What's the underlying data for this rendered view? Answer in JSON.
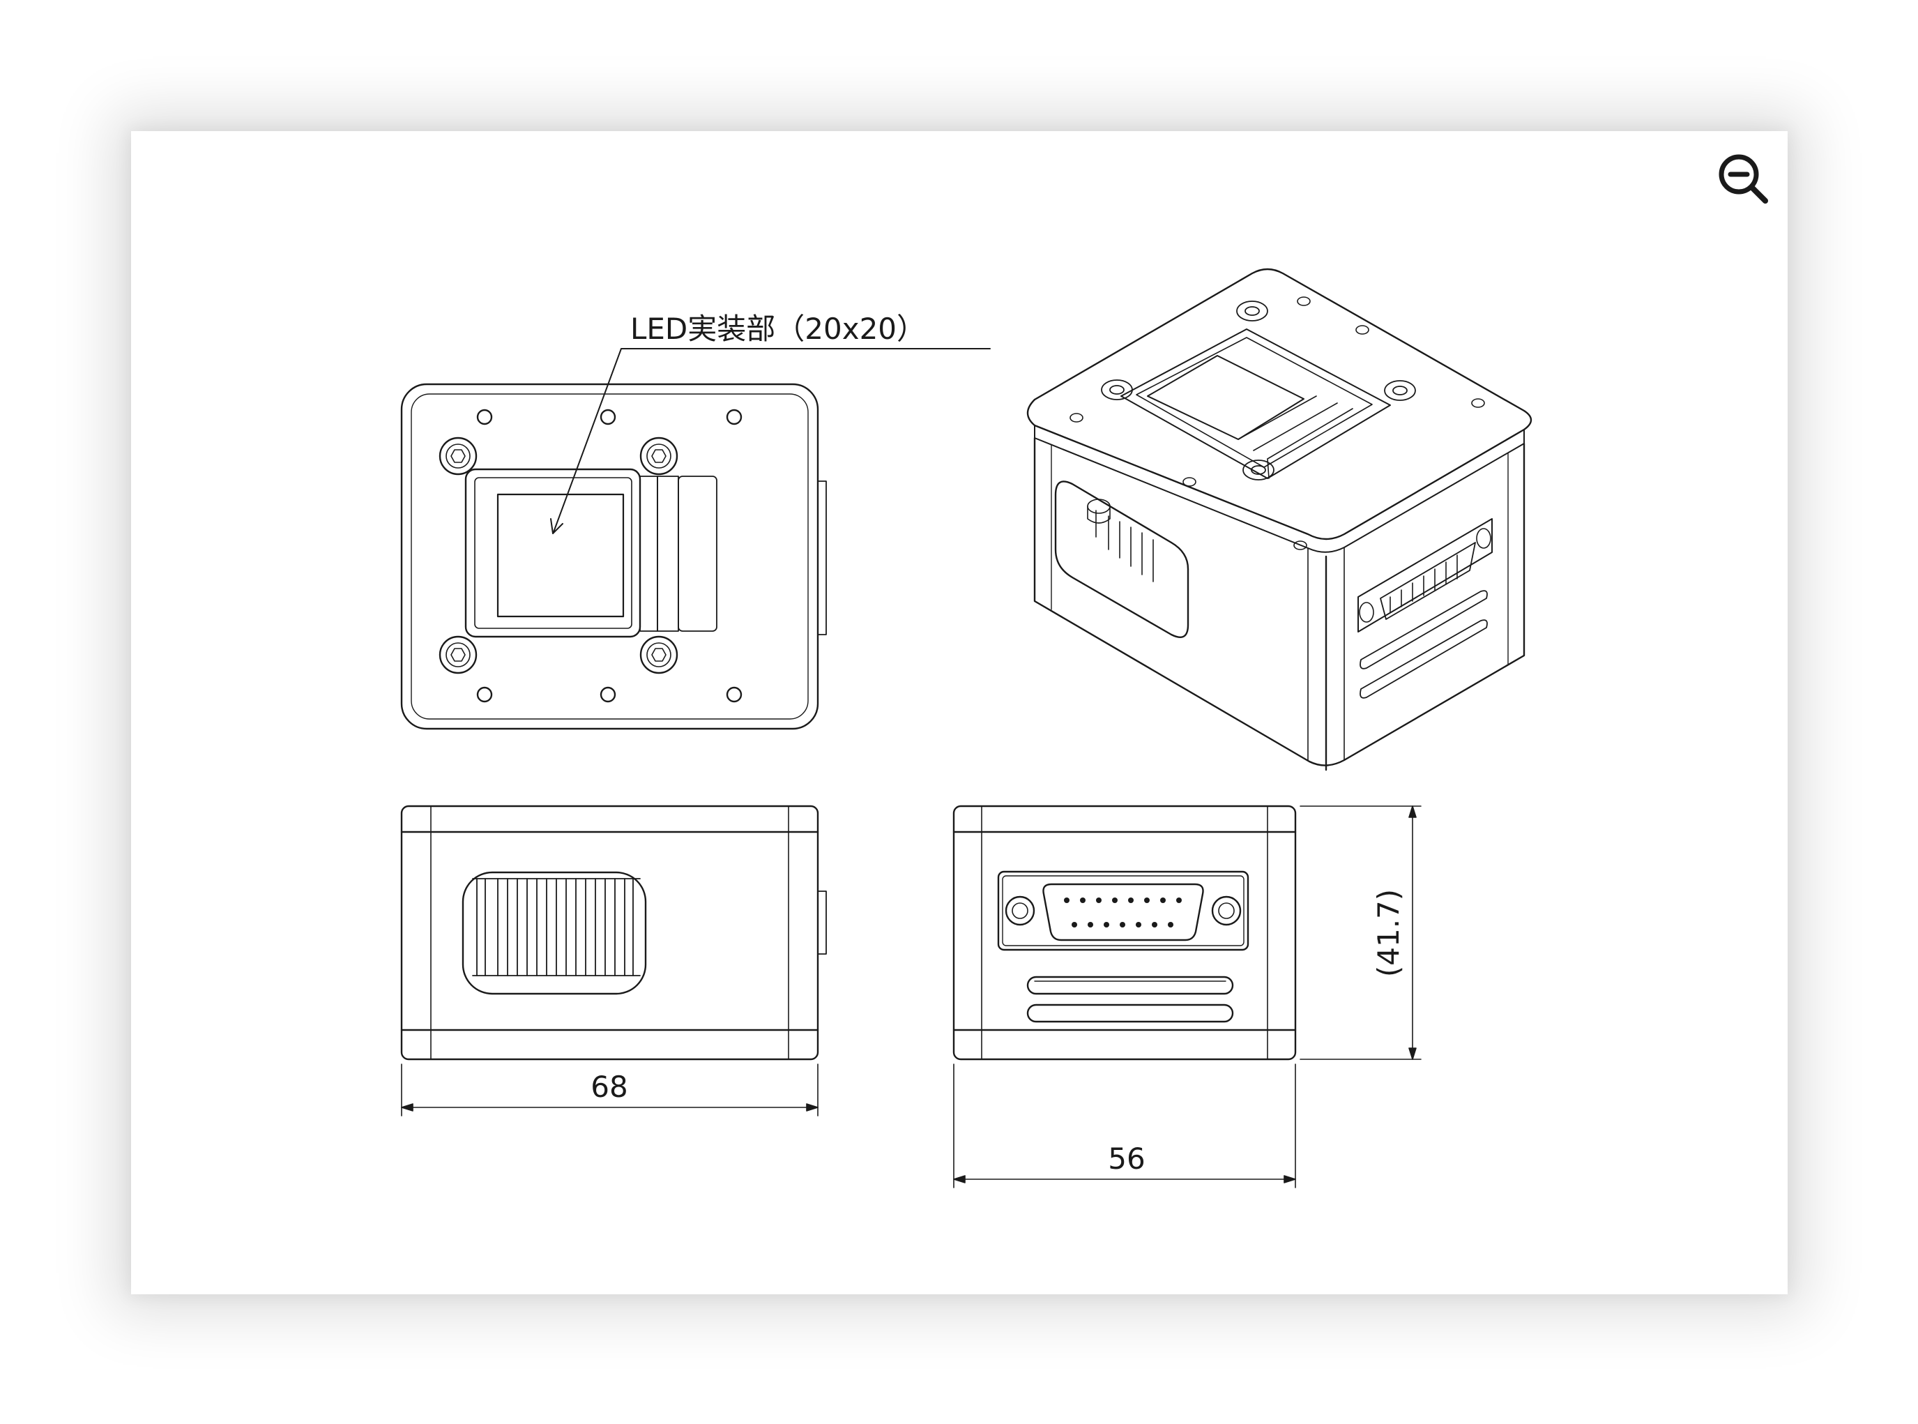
{
  "viewer": {
    "zoom_out_icon": "zoom-out-magnifier-icon"
  },
  "drawing": {
    "callout_label": "LED実装部（20x20）",
    "dimensions": {
      "front_width": "68",
      "side_width": "56",
      "side_height": "(41.7)"
    },
    "line_color": "#1a1a1a"
  }
}
